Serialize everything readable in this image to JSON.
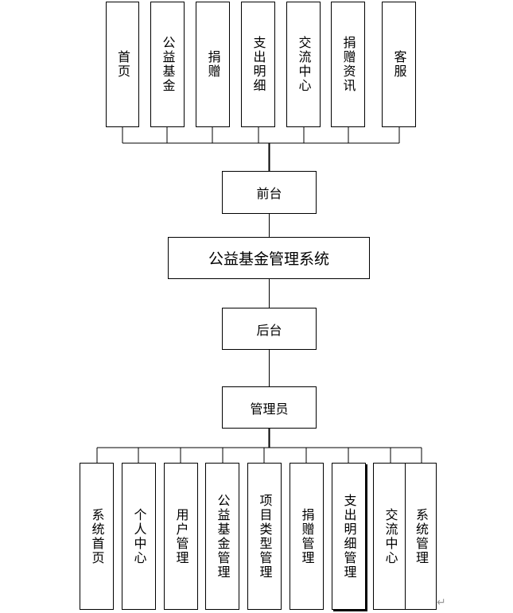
{
  "frontend": {
    "label": "前台",
    "modules": [
      "首页",
      "公益基金",
      "捐赠",
      "支出明细",
      "交流中心",
      "捐赠资讯",
      "客服"
    ]
  },
  "system": {
    "label": "公益基金管理系统"
  },
  "backend": {
    "label": "后台"
  },
  "admin": {
    "label": "管理员",
    "modules": [
      "系统首页",
      "个人中心",
      "用户管理",
      "公益基金管理",
      "项目类型管理",
      "捐赠管理",
      "支出明细管理",
      "交流中心",
      "系统管理"
    ]
  },
  "colors": {
    "line": "#000000",
    "box_border": "#000000",
    "background": "#ffffff"
  },
  "paragraph_mark": "↵"
}
